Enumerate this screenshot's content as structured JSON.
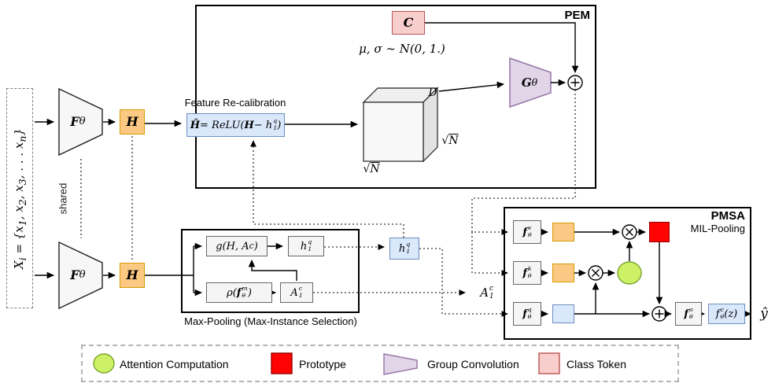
{
  "colors": {
    "orange_fill": "#FBC983",
    "orange_stroke": "#D79B00",
    "blue_fill": "#DAE8FC",
    "blue_stroke": "#6C8EBF",
    "gray_fill": "#F5F5F5",
    "gray_stroke": "#666666",
    "pink_fill": "#F8CECC",
    "pink_stroke": "#B85450",
    "purple_fill": "#E1D5E7",
    "purple_stroke": "#9673A6",
    "green_fill": "#CDF166",
    "green_stroke": "#7BA32E",
    "red_fill": "#FF0303",
    "red_stroke": "#990000"
  },
  "input": {
    "formula": "X<sub>i</sub> = {x<sub>1</sub>, x<sub>2</sub>, x<sub>3</sub>, . . . x<sub>n</sub>}"
  },
  "encoders": {
    "top_label": "<b>F</b><sub>θ</sub>",
    "bottom_label": "<b>F</b><sub>θ</sub>",
    "shared": "shared",
    "h_top": "<b>H</b>",
    "h_bottom": "<b>H</b>"
  },
  "recalibration": {
    "title": "Feature Re-calibration",
    "formula": "<b>Ĥ</b> = ReLU(<b>H</b> − h<span class='ss'><span>q</span><span>1</span></span>)"
  },
  "pem": {
    "title": "PEM",
    "class_token": "<b>C</b>",
    "noise": "μ, σ ∼ N(0, 1.)",
    "cube_d": "D",
    "cube_sqrt_right": "√<span class='ol'>N</span>",
    "cube_sqrt_bottom": "√<span class='ol'>N</span>",
    "gconv_label": "<b>G</b><sub>θ</sub>"
  },
  "maxpool": {
    "caption": "Max-Pooling (Max-Instance Selection)",
    "g_box": "g(H, A<sup>c</sup>)",
    "h_box": "h<span class='ss'><span>q</span><span>1</span></span>",
    "rho_box": "ρ(<b>f</b><span class='ss'><span>m</span><span>θ</span></span>)",
    "a_box": "A<span class='ss'><span>c</span><span>1</span></span>"
  },
  "intermediate": {
    "h_query": "h<span class='ss'><span>q</span><span>1</span></span>",
    "a_score": "A<span class='ss'><span>c</span><span>1</span></span>"
  },
  "pmsa": {
    "title": "PMSA",
    "subtitle": "MIL-Pooling",
    "f_v": "<b>f</b><span class='ss'><span>v</span><span>θ</span></span>",
    "f_k": "<b>f</b><span class='ss'><span>k</span><span>θ</span></span>",
    "f_q": "<b>f</b><span class='ss'><span>q</span><span>θ</span></span>",
    "f_o": "<b>f</b><span class='ss'><span>o</span><span>θ</span></span>",
    "classifier": "f<span class='ss'><span>c</span><span>θ</span></span>(z)",
    "output": "ŷ"
  },
  "legend": {
    "items": [
      {
        "shape": "attention-circle",
        "label": "Attention Computation"
      },
      {
        "shape": "prototype-box",
        "label": "Prototype"
      },
      {
        "shape": "groupconv-trapezoid",
        "label": "Group Convolution"
      },
      {
        "shape": "classtoken-box",
        "label": "Class Token"
      }
    ]
  }
}
